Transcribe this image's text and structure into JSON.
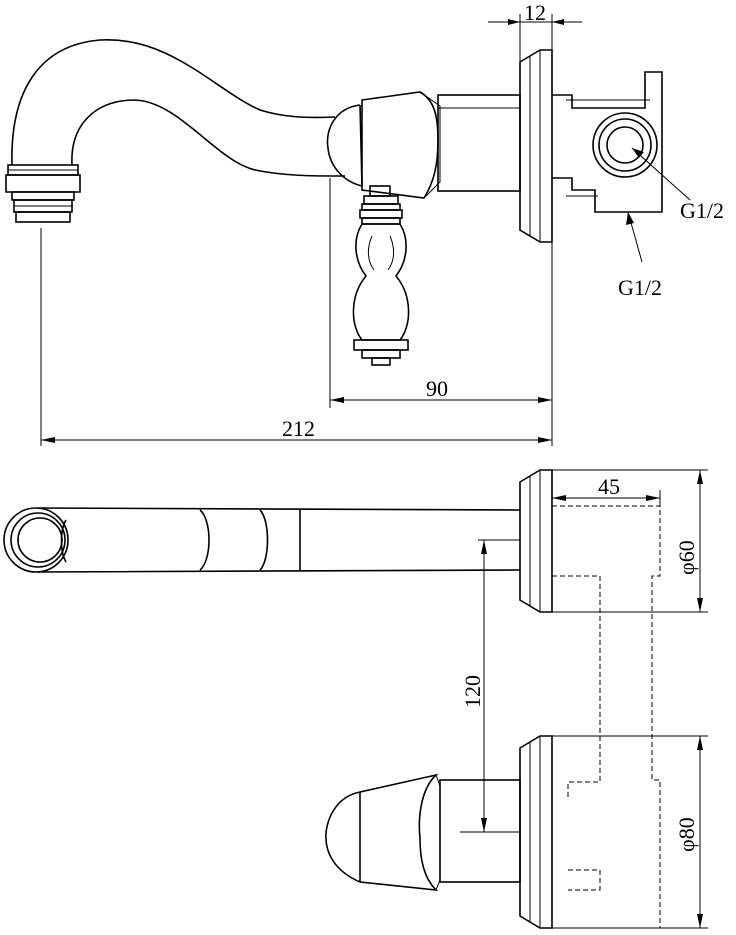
{
  "dimensions": {
    "top_width": "12",
    "reach": "90",
    "total_length": "212",
    "body_depth": "45",
    "rosette_small": "φ60",
    "spacing": "120",
    "rosette_large": "φ80"
  },
  "thread_labels": {
    "outlet_right": "G1/2",
    "outlet_bottom": "G1/2"
  }
}
